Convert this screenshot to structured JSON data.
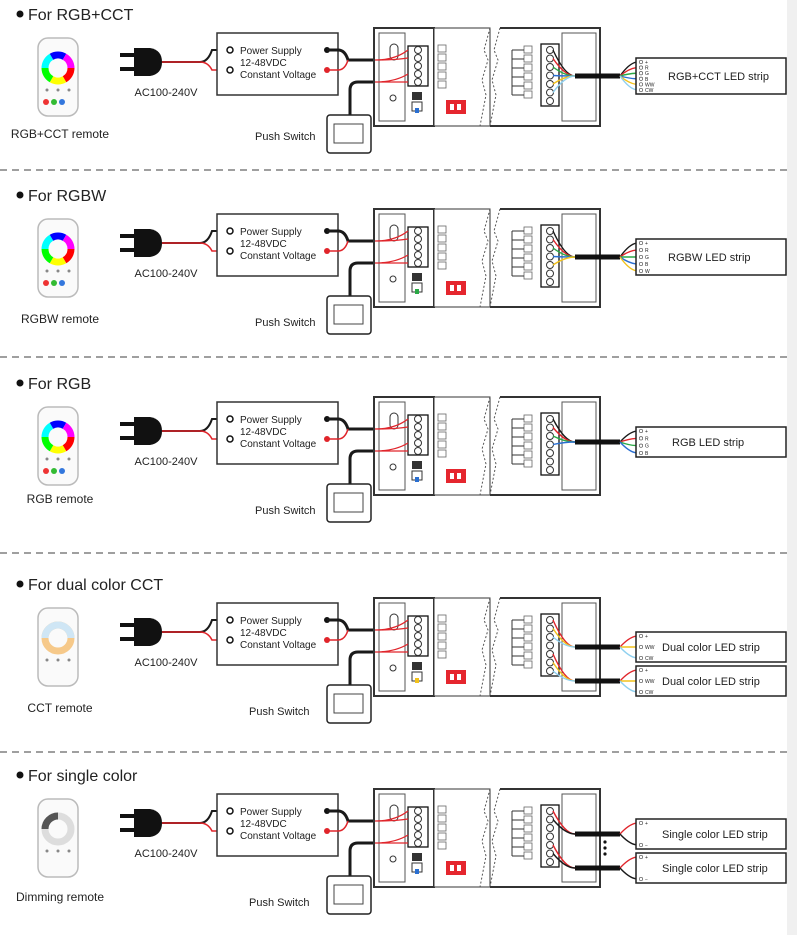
{
  "colors": {
    "black": "#1a1a1a",
    "red": "#e0252b",
    "green": "#2aa845",
    "blue": "#2a6fd1",
    "yellow": "#f2c21b",
    "lightblue": "#8fd0ef",
    "dip": "#e5262e"
  },
  "common": {
    "power_supply": [
      "Power Supply",
      "12-48VDC",
      "Constant Voltage"
    ],
    "ac_label": "AC100-240V",
    "push_switch": "Push Switch"
  },
  "sections": [
    {
      "title": "For RGB+CCT",
      "remote_label": "RGB+CCT remote",
      "remote_type": "rgb",
      "strips": [
        {
          "label": "RGB+CCT LED strip",
          "pins": [
            "+",
            "R",
            "G",
            "B",
            "WW",
            "CW"
          ],
          "wires": [
            "black",
            "red",
            "green",
            "blue",
            "yellow",
            "lightblue"
          ]
        }
      ]
    },
    {
      "title": "For RGBW",
      "remote_label": "RGBW remote",
      "remote_type": "rgb",
      "strips": [
        {
          "label": "RGBW LED strip",
          "pins": [
            "+",
            "R",
            "G",
            "B",
            "W"
          ],
          "wires": [
            "black",
            "red",
            "green",
            "blue",
            "yellow"
          ]
        }
      ]
    },
    {
      "title": "For RGB",
      "remote_label": "RGB remote",
      "remote_type": "rgb",
      "strips": [
        {
          "label": "RGB LED strip",
          "pins": [
            "+",
            "R",
            "G",
            "B"
          ],
          "wires": [
            "black",
            "red",
            "green",
            "blue"
          ]
        }
      ]
    },
    {
      "title": "For dual color CCT",
      "remote_label": "CCT remote",
      "remote_type": "cct",
      "strips": [
        {
          "label": "Dual color LED strip",
          "pins": [
            "+",
            "WW",
            "CW"
          ],
          "wires": [
            "red",
            "yellow",
            "lightblue"
          ]
        },
        {
          "label": "Dual color LED strip",
          "pins": [
            "+",
            "WW",
            "CW"
          ],
          "wires": [
            "red",
            "yellow",
            "lightblue"
          ]
        }
      ]
    },
    {
      "title": "For single color",
      "remote_label": "Dimming remote",
      "remote_type": "dim",
      "strips": [
        {
          "label": "Single color LED strip",
          "pins": [
            "+",
            "−"
          ],
          "wires": [
            "red",
            "black"
          ]
        },
        {
          "label": "Single color LED strip",
          "pins": [
            "+",
            "−"
          ],
          "wires": [
            "red",
            "black"
          ]
        }
      ]
    }
  ]
}
